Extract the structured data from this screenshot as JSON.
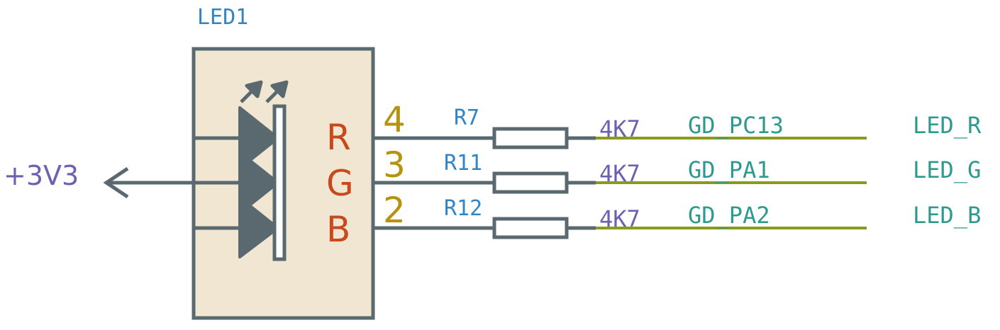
{
  "colors": {
    "body_fill": "#f0e6d2",
    "body_stroke": "#5a6870",
    "wire_gray": "#5a6870",
    "wire_olive": "#8a9a1a",
    "ref_blue": "#2f86c6",
    "value_purple": "#6a62b0",
    "net_teal": "#2e9a8e",
    "pin_gold": "#b5930e",
    "channel_orange": "#c9491c",
    "power_purple": "#6a62b0"
  },
  "led": {
    "reference": "LED1",
    "channels": [
      "R",
      "G",
      "B"
    ],
    "pins": [
      "4",
      "3",
      "2"
    ]
  },
  "power": {
    "label": "+3V3"
  },
  "resistors": [
    {
      "ref": "R7",
      "value": "4K7"
    },
    {
      "ref": "R11",
      "value": "4K7"
    },
    {
      "ref": "R12",
      "value": "4K7"
    }
  ],
  "nets": [
    {
      "mcu_net": "GD_PC13",
      "led_net": "LED_R"
    },
    {
      "mcu_net": "GD_PA1",
      "led_net": "LED_G"
    },
    {
      "mcu_net": "GD_PA2",
      "led_net": "LED_B"
    }
  ]
}
